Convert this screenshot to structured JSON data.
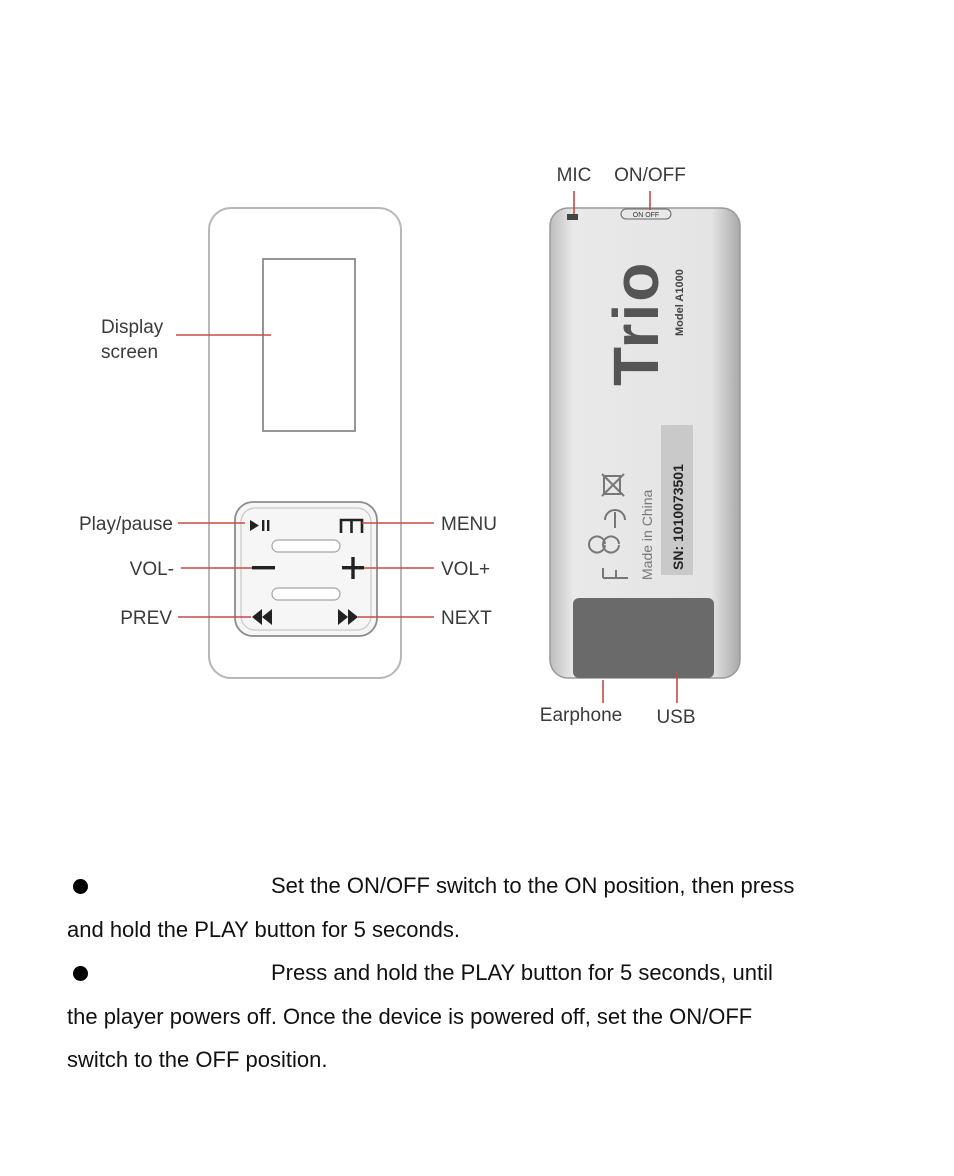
{
  "labels": {
    "display_screen_1": "Display",
    "display_screen_2": "screen",
    "play_pause": "Play/pause",
    "vol_minus": "VOL-",
    "prev": "PREV",
    "menu": "MENU",
    "vol_plus": "VOL+",
    "next": "NEXT",
    "mic": "MIC",
    "on_off": "ON/OFF",
    "earphone": "Earphone",
    "usb": "USB"
  },
  "device_back": {
    "brand": "Trio",
    "model": "Model A1000",
    "serial": "SN: 1010073501",
    "made_in": "Made in China",
    "switch_text": "ON  OFF"
  },
  "instructions": [
    {
      "first_line": "Set the ON/OFF switch to the ON position, then press",
      "rest": "and hold the PLAY button for 5 seconds."
    },
    {
      "first_line": "Press and hold the PLAY button for 5 seconds, until",
      "rest_1": "the player powers off. Once the device is powered off, set the ON/OFF",
      "rest_2": "switch to the OFF position."
    }
  ]
}
